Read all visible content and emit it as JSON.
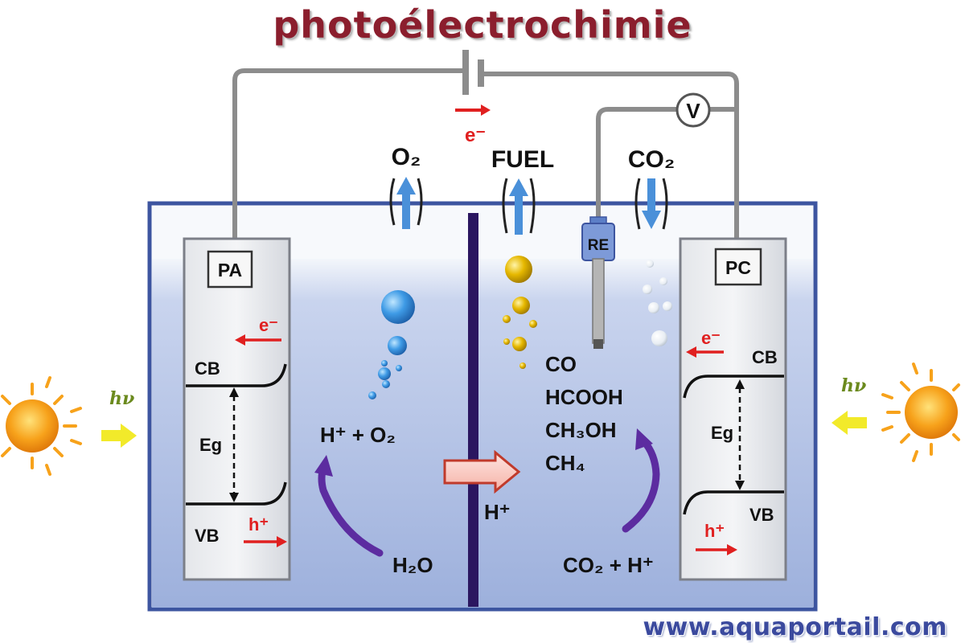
{
  "title": "photoélectrochimie",
  "watermark": "www.aquaportail.com",
  "colors": {
    "title": "#8b1e2d",
    "watermark": "#3b4a9e",
    "electrolyte_top": "#f3f6fb",
    "electrolyte_bottom": "#9db0dc",
    "tank_border": "#3d55a0",
    "membrane": "#2b1660",
    "wire": "#8c8c8c",
    "electron_arrow": "#e02020",
    "gas_arrow": "#4a90d9",
    "cycle_arrow": "#5c2ca0",
    "sun": "#f5a623",
    "photon_arrow": "#f2ea2a"
  },
  "icons": [
    "sun-icon",
    "battery-icon",
    "voltmeter-icon",
    "reference-electrode-icon",
    "bubble-icon"
  ],
  "labels": {
    "electron_top": "e⁻",
    "o2_outlet": "O₂",
    "fuel_outlet": "FUEL",
    "co2_inlet": "CO₂",
    "voltmeter": "V",
    "reference_electrode": "RE",
    "photoanode": "PA",
    "photocathode": "PC",
    "hv_left": "hν",
    "hv_right": "hν",
    "anode_e": "e⁻",
    "anode_cb": "CB",
    "anode_eg": "Eg",
    "anode_vb": "VB",
    "anode_h": "h⁺",
    "cathode_e": "e⁻",
    "cathode_cb": "CB",
    "cathode_eg": "Eg",
    "cathode_vb": "VB",
    "cathode_h": "h⁺",
    "oxidation_product": "H⁺ + O₂",
    "water": "H₂O",
    "proton_transfer": "H⁺",
    "products": [
      "CO",
      "HCOOH",
      "CH₃OH",
      "CH₄"
    ],
    "reduction_reactants": "CO₂ + H⁺"
  }
}
